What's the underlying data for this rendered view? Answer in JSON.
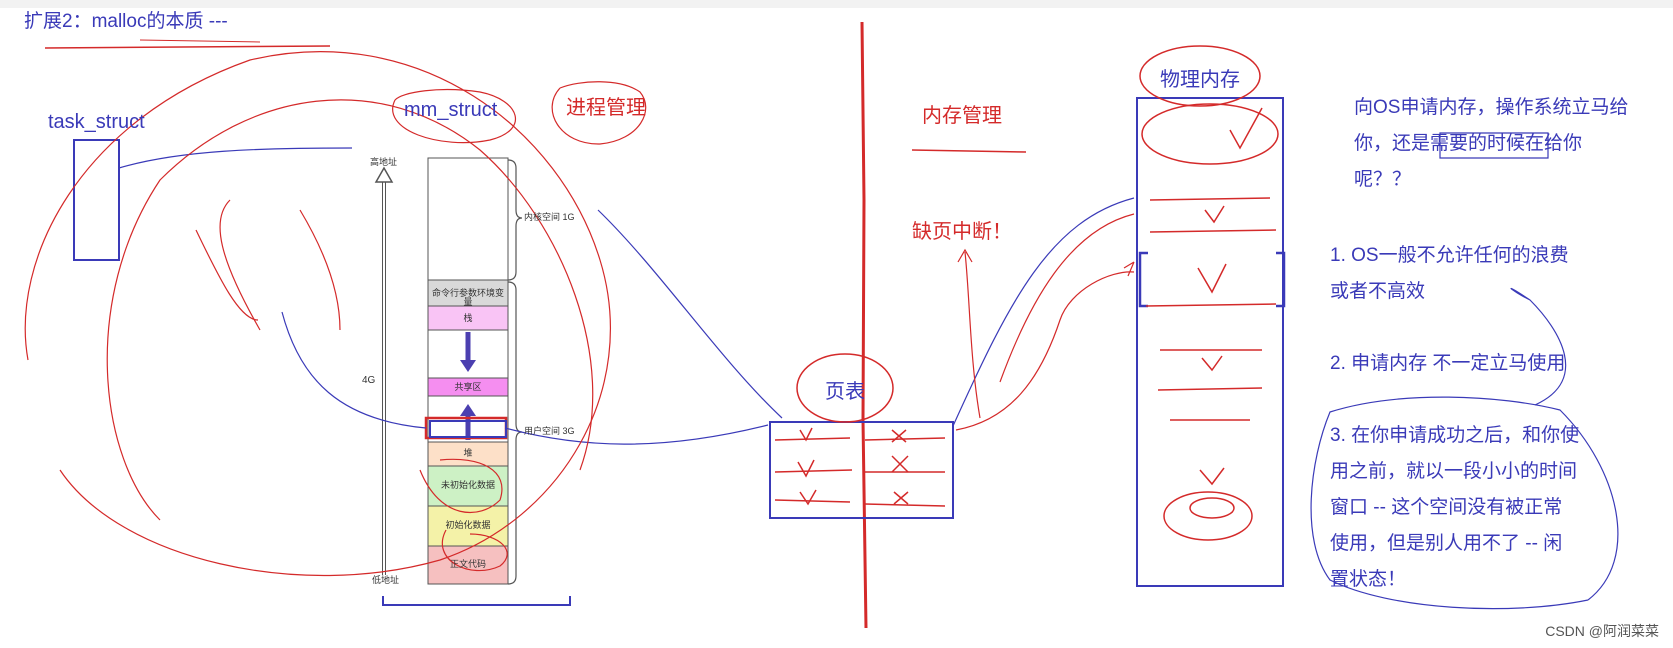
{
  "title": "扩展2：malloc的本质 ---",
  "labels": {
    "task_struct": "task_struct",
    "mm_struct": "mm_struct",
    "process_mgmt": "进程管理",
    "memory_mgmt": "内存管理",
    "page_fault": "缺页中断！",
    "physical_memory": "物理内存",
    "page_table": "页表"
  },
  "address_space": {
    "high_addr": "高地址",
    "low_addr": "低地址",
    "size": "4G",
    "kernel": "内核空间 1G",
    "user": "用户空间 3G",
    "segments": [
      "命令行参数环境变量",
      "栈",
      "共享区",
      "堆",
      "未初始化数据",
      "初始化数据",
      "正文代码"
    ]
  },
  "notes": {
    "question": [
      "向OS申请内存，操作系统立马给",
      "你，还是需要的时候在给你",
      "呢？？"
    ],
    "point1": [
      "1. OS一般不允许任何的浪费",
      "或者不高效"
    ],
    "point2": [
      "2. 申请内存 不一定立马使用"
    ],
    "point3": [
      "3. 在你申请成功之后，和你使",
      "用之前，就以一段小小的时间",
      "窗口 -- 这个空间没有被正常",
      "使用，但是别人用不了 -- 闲",
      "置状态！"
    ]
  },
  "watermark": "CSDN @阿润菜菜",
  "colors": {
    "ink_blue": "#3a3ab8",
    "ink_red": "#d42a2a",
    "kernel_fill": "#ffffff",
    "cmd_fill": "#d9d9d9",
    "stack_fill": "#f9c4f5",
    "shared_fill": "#f58ef0",
    "heap_fill": "#fde0c8",
    "bss_fill": "#cdf1c5",
    "data_fill": "#f4f2a8",
    "text_fill": "#f6c0c0"
  }
}
